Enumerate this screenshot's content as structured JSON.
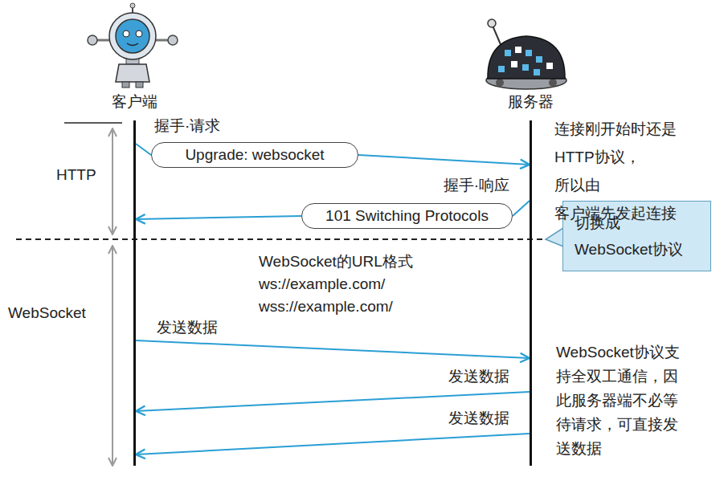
{
  "diagram": {
    "nodes": [
      {
        "text": [
          "客户端"
        ]
      },
      {
        "text": [
          "服务器"
        ]
      },
      {
        "text": [
          "Upgrade: websocket"
        ]
      },
      {
        "text": [
          "101 Switching Protocols"
        ]
      },
      {
        "text": [
          "切换成 WebSocket协议"
        ]
      }
    ],
    "edges": [
      {
        "from": 0,
        "to": 2,
        "arrow": "none",
        "label": "握手·请求"
      },
      {
        "from": 2,
        "to": 1,
        "arrow": "to"
      },
      {
        "from": 1,
        "to": 3,
        "arrow": "none",
        "label": "握手·响应"
      },
      {
        "from": 3,
        "to": 0,
        "arrow": "to"
      },
      {
        "from": 0,
        "to": 1,
        "arrow": "to",
        "label": "发送数据"
      },
      {
        "from": 1,
        "to": 0,
        "arrow": "to",
        "label": "发送数据"
      },
      {
        "from": 1,
        "to": 0,
        "arrow": "to",
        "label": "发送数据"
      }
    ],
    "labels": [
      "HTTP",
      "WebSocket",
      "连接刚开始时还是 HTTP协议，所以由 客户端先发起连接",
      "WebSocket的URL格式 ws://example.com/ wss://example.com/",
      "WebSocket协议支 持全双工通信，因 此服务器端不必等 待请求，可直接发 送数据"
    ]
  }
}
